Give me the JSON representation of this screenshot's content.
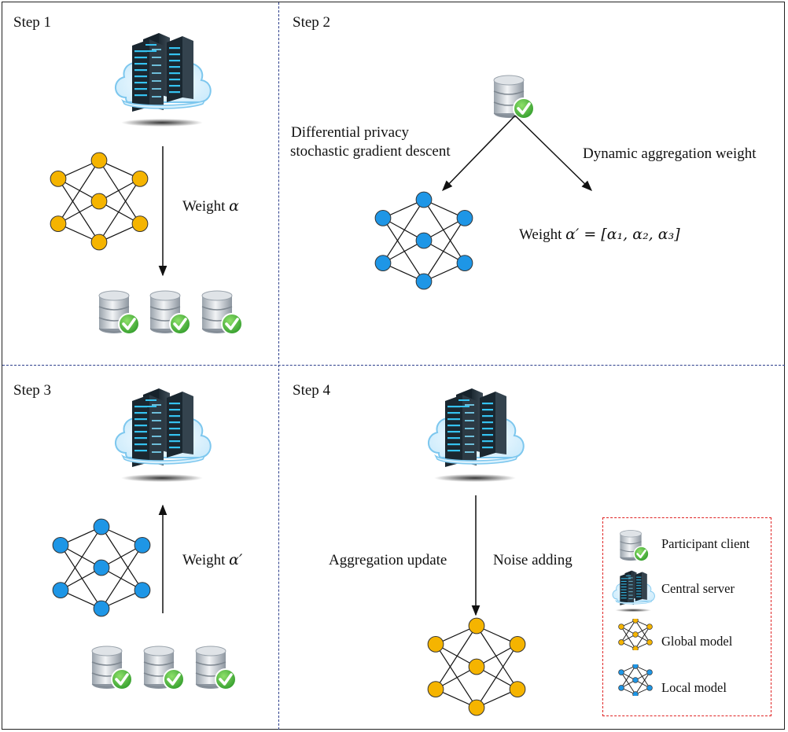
{
  "steps": {
    "step1": {
      "label": "Step 1",
      "weight_text": "Weight",
      "weight_symbol": "α"
    },
    "step2": {
      "label": "Step 2",
      "left_line1": "Differential privacy",
      "left_line2": "stochastic gradient descent",
      "right_label": "Dynamic aggregation weight",
      "weight_text": "Weight",
      "weight_formula": "α′ = [α₁, α₂, α₃]"
    },
    "step3": {
      "label": "Step 3",
      "weight_text": "Weight",
      "weight_symbol": "α′"
    },
    "step4": {
      "label": "Step 4",
      "left_label": "Aggregation update",
      "right_label": "Noise adding"
    }
  },
  "legend": {
    "items": [
      {
        "label": "Participant client",
        "icon": "database-check-icon"
      },
      {
        "label": "Central server",
        "icon": "cloud-server-icon"
      },
      {
        "label": "Global model",
        "icon": "global-model-icon"
      },
      {
        "label": "Local model",
        "icon": "local-model-icon"
      }
    ]
  },
  "colors": {
    "global_model": "#f5b400",
    "local_model": "#1e96e6",
    "check_green": "#3aa935",
    "divider": "#2c3e8c",
    "legend_border": "#e02424"
  }
}
